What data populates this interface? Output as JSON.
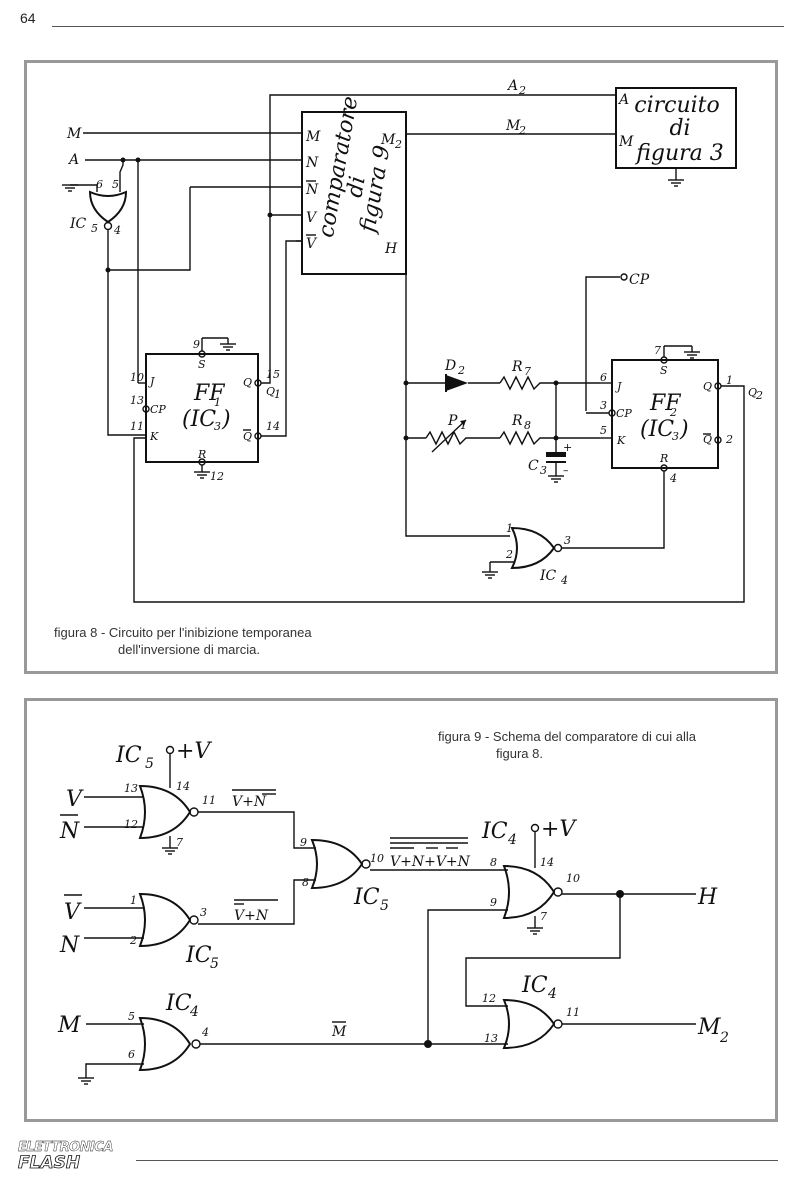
{
  "header": {
    "page_number": "64"
  },
  "figure8": {
    "caption_line1": "figura 8 - Circuito per l'inibizione temporanea",
    "caption_line2": "dell'inversione di marcia.",
    "inputs": {
      "m": "M",
      "a": "A"
    },
    "comparator": {
      "line1": "comparatore",
      "line2": "di",
      "line3": "figura 9",
      "pin_m": "M",
      "pin_n": "N",
      "pin_nbar": "N",
      "pin_v": "V",
      "pin_vbar": "V",
      "pin_m2": "M",
      "pin_m2_sub": "2",
      "pin_h": "H"
    },
    "circuit3": {
      "line1": "circuito",
      "line2": "di",
      "line3": "figura 3",
      "pin_a": "A",
      "pin_m": "M"
    },
    "wire_a2": "A",
    "wire_a2_sub": "2",
    "wire_m2": "M",
    "wire_m2_sub": "2",
    "ic5": {
      "label": "IC",
      "sub": "5",
      "pin6": "6",
      "pin5": "5",
      "pin4": "4"
    },
    "ff1": {
      "label": "FF",
      "sub": "1",
      "ic": "(IC",
      "ic_sub": "3",
      "ic_close": ")",
      "pin9": "9",
      "pin10": "10",
      "pin13": "13",
      "pin11": "11",
      "pin15": "15",
      "pin14": "14",
      "pin12": "12",
      "s": "S",
      "j": "J",
      "cp": "CP",
      "k": "K",
      "q": "Q",
      "qbar": "Q",
      "r": "R",
      "q1": "Q",
      "q1_sub": "1"
    },
    "ff2": {
      "label": "FF",
      "sub": "2",
      "ic": "(IC",
      "ic_sub": "3",
      "ic_close": ")",
      "pin7": "7",
      "pin6": "6",
      "pin3": "3",
      "pin5": "5",
      "pin1": "1",
      "pin2": "2",
      "pin4": "4",
      "s": "S",
      "j": "J",
      "cp": "CP",
      "k": "K",
      "q": "Q",
      "qbar": "Q",
      "r": "R",
      "q2": "Q",
      "q2_sub": "2"
    },
    "cp_label": "CP",
    "d2": "D",
    "d2_sub": "2",
    "r7": "R",
    "r7_sub": "7",
    "p1": "P",
    "p1_sub": "1",
    "r8": "R",
    "r8_sub": "8",
    "c3": "C",
    "c3_sub": "3",
    "c3_plus": "+",
    "c3_minus": "–",
    "ic4": {
      "label": "IC",
      "sub": "4",
      "pin1": "1",
      "pin2": "2",
      "pin3": "3"
    }
  },
  "figure9": {
    "caption_line1": "figura 9 - Schema del comparatore di cui alla",
    "caption_line2": "figura 8.",
    "ic5_top": "IC",
    "ic5_top_sub": "5",
    "plus_v": "+V",
    "v": "V",
    "nbar": "N",
    "vbar": "V",
    "n": "N",
    "m": "M",
    "g1": {
      "p13": "13",
      "p14": "14",
      "p12": "12",
      "p11": "11",
      "p7": "7",
      "out": "V+N"
    },
    "g2": {
      "p1": "1",
      "p2": "2",
      "p3": "3",
      "ic": "IC",
      "ic_sub": "5",
      "out": "V+N"
    },
    "g3": {
      "p9": "9",
      "p8": "8",
      "p10": "10",
      "ic": "IC",
      "ic_sub": "5",
      "out": "V+N+V+N"
    },
    "g4": {
      "p5": "5",
      "p6": "6",
      "p4": "4",
      "ic": "IC",
      "ic_sub": "4",
      "out": "M"
    },
    "g5": {
      "ic": "IC",
      "ic_sub": "4",
      "plus_v": "+V",
      "p8": "8",
      "p14": "14",
      "p9": "9",
      "p7": "7",
      "p10": "10"
    },
    "g6": {
      "ic": "IC",
      "ic_sub": "4",
      "p12": "12",
      "p13": "13",
      "p11": "11"
    },
    "out_h": "H",
    "out_m2": "M",
    "out_m2_sub": "2"
  },
  "footer": {
    "logo_line1": "ELETTRONICA",
    "logo_line2": "FLASH"
  }
}
